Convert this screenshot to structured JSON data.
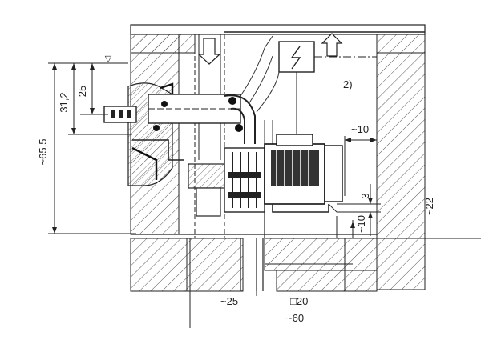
{
  "labels": {
    "h_total": "~65,5",
    "h_mid": "31,2",
    "h_top": "25",
    "note": "2)",
    "gap_right": "~10",
    "dim_3": "3",
    "dim_10v": "~10",
    "dim_22": "~22",
    "dim_25": "~25",
    "dim_square": "□20",
    "dim_60": "~60",
    "water_symbol": "▽"
  },
  "icons": {
    "electric": "lightning-bolt-icon",
    "flow_in": "arrow-down-icon",
    "flow_out": "arrow-up-icon"
  }
}
